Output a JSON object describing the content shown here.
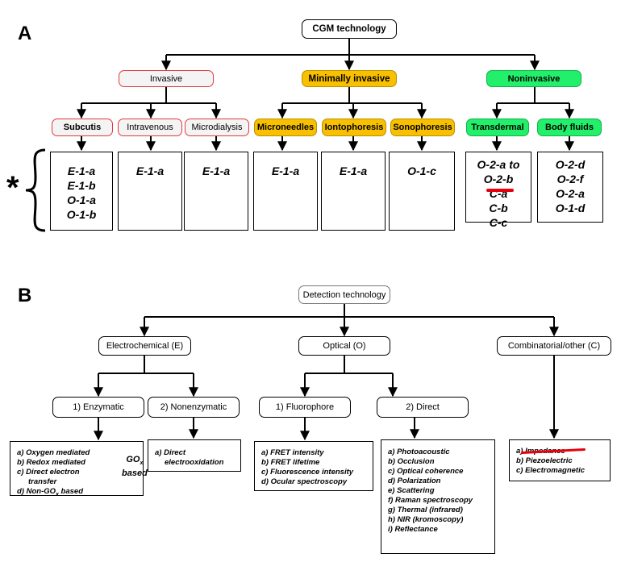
{
  "panel_a": {
    "label": "A",
    "asterisk": "*",
    "root": "CGM technology",
    "invasive": {
      "label": "Invasive",
      "children": [
        {
          "label": "Subcutis",
          "codes": [
            "E-1-a",
            "E-1-b",
            "O-1-a",
            "O-1-b"
          ]
        },
        {
          "label": "Intravenous",
          "codes": [
            "E-1-a"
          ]
        },
        {
          "label": "Microdialysis",
          "codes": [
            "E-1-a"
          ]
        }
      ]
    },
    "minimally_invasive": {
      "label": "Minimally invasive",
      "children": [
        {
          "label": "Microneedles",
          "codes": [
            "E-1-a"
          ]
        },
        {
          "label": "Iontophoresis",
          "codes": [
            "E-1-a"
          ]
        },
        {
          "label": "Sonophoresis",
          "codes": [
            "O-1-c"
          ]
        }
      ]
    },
    "noninvasive": {
      "label": "Noninvasive",
      "children": [
        {
          "label": "Transdermal",
          "codes": [
            "O-2-a to",
            "O-2-b",
            "C-a",
            "C-b",
            "C-c"
          ]
        },
        {
          "label": "Body fluids",
          "codes": [
            "O-2-d",
            "O-2-f",
            "O-2-a",
            "O-1-d"
          ]
        }
      ]
    }
  },
  "panel_b": {
    "label": "B",
    "root": "Detection technology",
    "electrochemical": {
      "label": "Electrochemical (E)",
      "enzymatic": {
        "label": "1) Enzymatic",
        "items": [
          "a) Oxygen mediated",
          "b) Redox mediated",
          "c) Direct electron",
          "transfer",
          "d) Non-GO",
          "x",
          " based"
        ],
        "brace_text_1": "GO",
        "brace_sub": "x",
        "brace_text_2": "based"
      },
      "nonenzymatic": {
        "label": "2) Nonenzymatic",
        "items": [
          "a) Direct",
          "electrooxidation"
        ]
      }
    },
    "optical": {
      "label": "Optical (O)",
      "fluorophore": {
        "label": "1) Fluorophore",
        "items": [
          "a) FRET intensity",
          "b) FRET lifetime",
          "c) Fluorescence intensity",
          "d) Ocular spectroscopy"
        ]
      },
      "direct": {
        "label": "2) Direct",
        "items": [
          "a) Photoacoustic",
          "b) Occlusion",
          "c) Optical coherence",
          "d) Polarization",
          "e) Scattering",
          "f) Raman spectroscopy",
          "g) Thermal (infrared)",
          "h) NIR (kromoscopy)",
          "i) Reflectance"
        ]
      }
    },
    "combinatorial": {
      "label": "Combinatorial/other (C)",
      "items": [
        "a) Impedance",
        "b) Piezoelectric",
        "c) Electromagnetic"
      ]
    }
  },
  "colors": {
    "invasive_border": "#e0393e",
    "minimally_fill": "#f9c000",
    "noninvasive_fill": "#22ef6a",
    "strike": "#e8000a"
  }
}
